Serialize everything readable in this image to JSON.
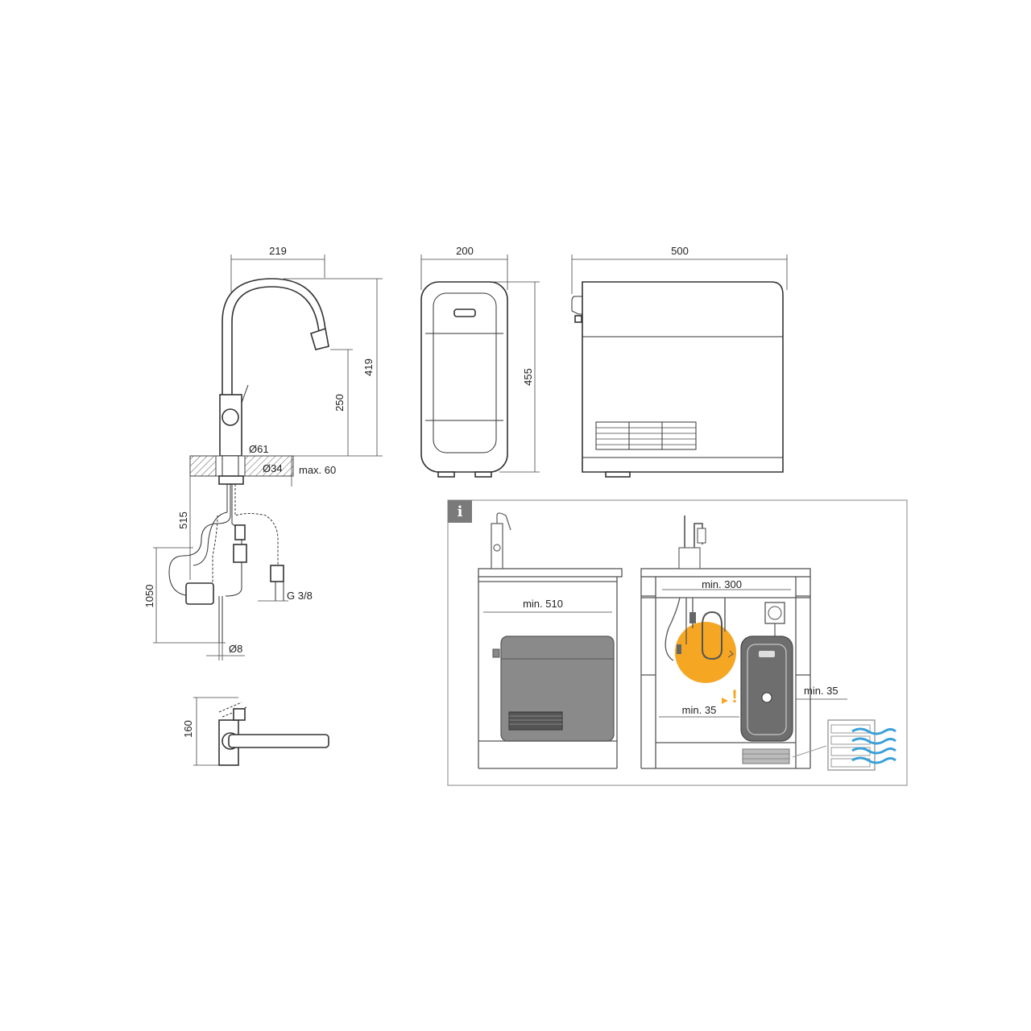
{
  "faucet_view": {
    "width_label": "219",
    "height_label": "419",
    "spout_height_label": "250",
    "base_diameter_label": "Ø61",
    "hole_diameter_label": "Ø34",
    "max_thickness_label": "max. 60",
    "hose_length_label": "515",
    "total_hose_label": "1050",
    "thread_label": "G 3/8",
    "pipe_diameter_label": "Ø8"
  },
  "top_view": {
    "handle_height_label": "160"
  },
  "boiler_front_view": {
    "width_label": "200",
    "height_label": "455"
  },
  "boiler_side_view": {
    "width_label": "500"
  },
  "install_panel": {
    "info_badge": "i",
    "cabinet_depth_label": "min. 510",
    "cabinet_width_label": "min. 300",
    "side_clearance_label": "min. 35",
    "wall_clearance_label": "min. 35",
    "warning_mark": "!",
    "highlight_color": "#f5a623",
    "airflow_color": "#3aa0d8"
  }
}
